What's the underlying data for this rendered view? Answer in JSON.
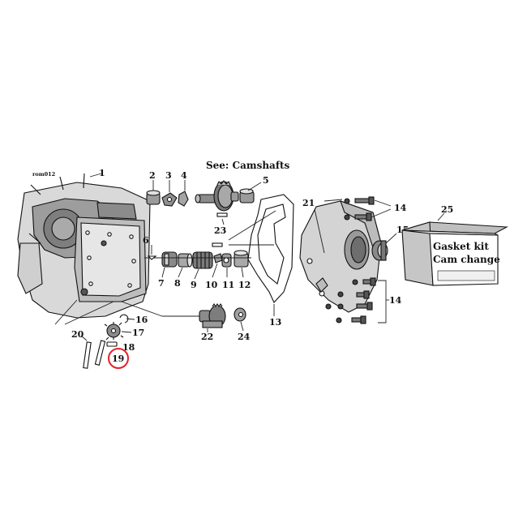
{
  "diagram": {
    "ref_code": "rom012",
    "camshafts_note": "See: Camshafts",
    "kit_lines": [
      "Gasket kit",
      "Cam change"
    ],
    "highlight_color": "#e8202a",
    "highlighted_part": "19",
    "callouts": {
      "p1": "1",
      "p2": "2",
      "p3": "3",
      "p4": "4",
      "p5": "5",
      "p6": "6",
      "p7": "7",
      "p8": "8",
      "p9": "9",
      "p10": "10",
      "p11": "11",
      "p12": "12",
      "p13": "13",
      "p14a": "14",
      "p14b": "14",
      "p15": "15",
      "p16": "16",
      "p17": "17",
      "p18": "18",
      "p19": "19",
      "p20": "20",
      "p21": "21",
      "p22": "22",
      "p23": "23",
      "p24": "24",
      "p25": "25"
    }
  }
}
